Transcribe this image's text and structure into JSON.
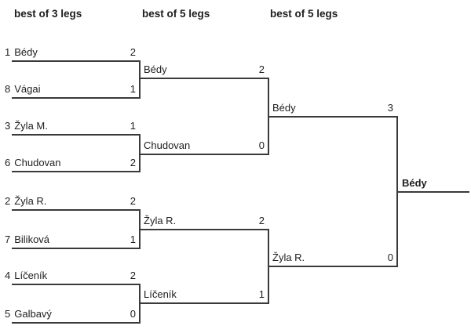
{
  "colors": {
    "background": "#ffffff",
    "line": "#3a3a3a",
    "text": "#1e1e1e"
  },
  "headers": [
    {
      "label": "best of 3 legs"
    },
    {
      "label": "best of 5 legs"
    },
    {
      "label": "best of 5 legs"
    }
  ],
  "round1": [
    {
      "seed": "1",
      "name": "Bédy",
      "score": "2"
    },
    {
      "seed": "8",
      "name": "Vágai",
      "score": "1"
    },
    {
      "seed": "3",
      "name": "Žyla M.",
      "score": "1"
    },
    {
      "seed": "6",
      "name": "Chudovan",
      "score": "2"
    },
    {
      "seed": "2",
      "name": "Žyla R.",
      "score": "2"
    },
    {
      "seed": "7",
      "name": "Biliková",
      "score": "1"
    },
    {
      "seed": "4",
      "name": "Líčeník",
      "score": "2"
    },
    {
      "seed": "5",
      "name": "Galbavý",
      "score": "0"
    }
  ],
  "round2": [
    {
      "name": "Bédy",
      "score": "2"
    },
    {
      "name": "Chudovan",
      "score": "0"
    },
    {
      "name": "Žyla R.",
      "score": "2"
    },
    {
      "name": "Líčeník",
      "score": "1"
    }
  ],
  "round3": [
    {
      "name": "Bédy",
      "score": "3"
    },
    {
      "name": "Žyla R.",
      "score": "0"
    }
  ],
  "champion": {
    "name": "Bédy"
  }
}
